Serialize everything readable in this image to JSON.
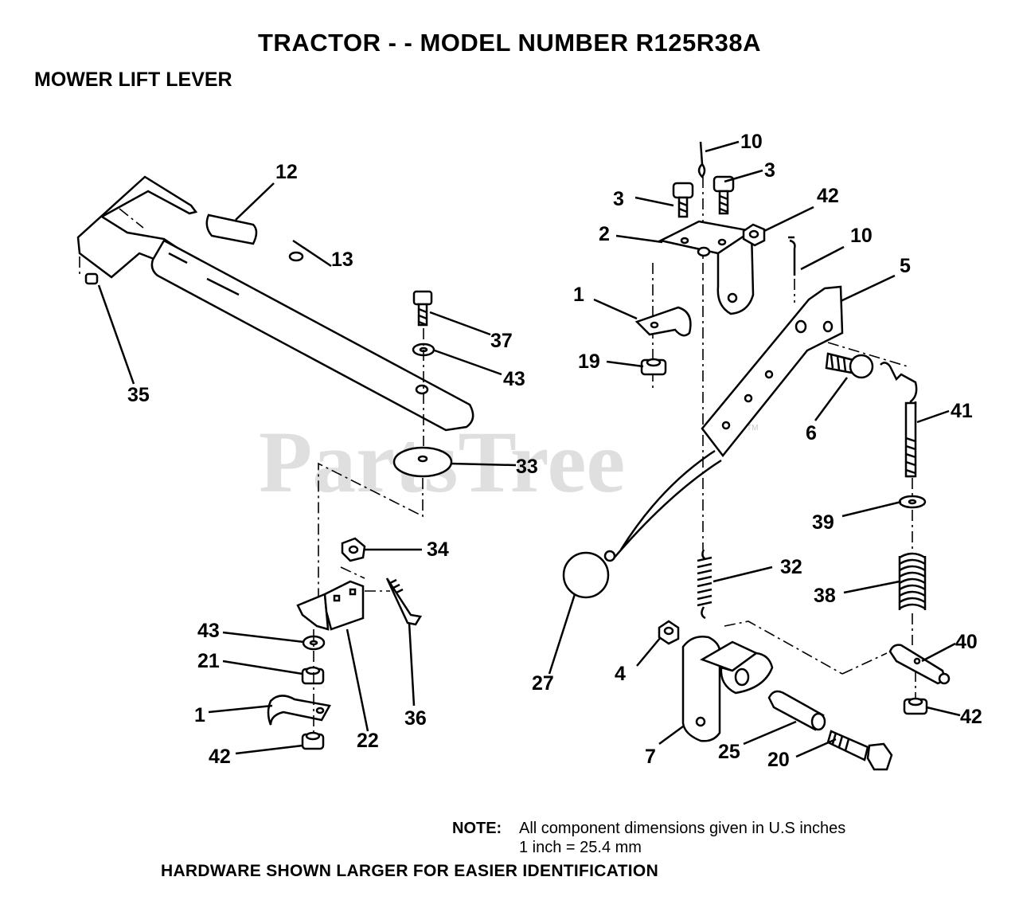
{
  "header": {
    "title": "TRACTOR - - MODEL NUMBER R125R38A",
    "subtitle": "MOWER LIFT LEVER"
  },
  "watermark": {
    "text": "PartsTree",
    "tm": "TM"
  },
  "callouts": [
    {
      "id": "c10a",
      "label": "10"
    },
    {
      "id": "c3a",
      "label": "3"
    },
    {
      "id": "c3b",
      "label": "3"
    },
    {
      "id": "c42a",
      "label": "42"
    },
    {
      "id": "c2",
      "label": "2"
    },
    {
      "id": "c10b",
      "label": "10"
    },
    {
      "id": "c5",
      "label": "5"
    },
    {
      "id": "c1a",
      "label": "1"
    },
    {
      "id": "c19",
      "label": "19"
    },
    {
      "id": "c6",
      "label": "6"
    },
    {
      "id": "c41",
      "label": "41"
    },
    {
      "id": "c39",
      "label": "39"
    },
    {
      "id": "c38",
      "label": "38"
    },
    {
      "id": "c32",
      "label": "32"
    },
    {
      "id": "c27",
      "label": "27"
    },
    {
      "id": "c4",
      "label": "4"
    },
    {
      "id": "c40",
      "label": "40"
    },
    {
      "id": "c42b",
      "label": "42"
    },
    {
      "id": "c7",
      "label": "7"
    },
    {
      "id": "c25",
      "label": "25"
    },
    {
      "id": "c20",
      "label": "20"
    },
    {
      "id": "c12",
      "label": "12"
    },
    {
      "id": "c13",
      "label": "13"
    },
    {
      "id": "c35",
      "label": "35"
    },
    {
      "id": "c37",
      "label": "37"
    },
    {
      "id": "c43a",
      "label": "43"
    },
    {
      "id": "c33",
      "label": "33"
    },
    {
      "id": "c34",
      "label": "34"
    },
    {
      "id": "c43b",
      "label": "43"
    },
    {
      "id": "c21",
      "label": "21"
    },
    {
      "id": "c1b",
      "label": "1"
    },
    {
      "id": "c42c",
      "label": "42"
    },
    {
      "id": "c22",
      "label": "22"
    },
    {
      "id": "c36",
      "label": "36"
    }
  ],
  "footer": {
    "note_label": "NOTE:",
    "note_line1": "All component dimensions given in U.S  inches",
    "note_line2": "1 inch = 25.4 mm",
    "hardware": "HARDWARE SHOWN LARGER FOR EASIER IDENTIFICATION"
  }
}
